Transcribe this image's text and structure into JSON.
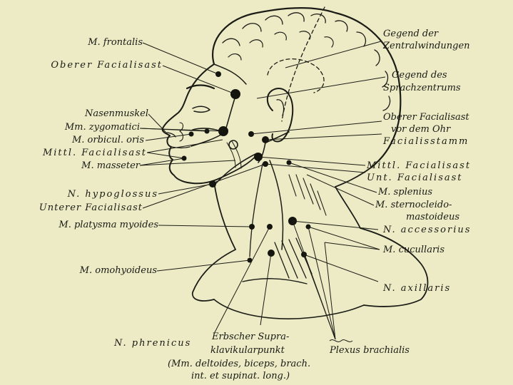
{
  "labels_left": [
    {
      "key": "frontalis",
      "text": "M. frontalis"
    },
    {
      "key": "oberer",
      "text": "Oberer Facialisast"
    },
    {
      "key": "nasen",
      "text": "Nasenmuskel"
    },
    {
      "key": "zygo",
      "text": "Mm. zygomatici"
    },
    {
      "key": "orbic",
      "text": "M. orbicul. oris"
    },
    {
      "key": "mittl",
      "text": "Mittl. Facialisast"
    },
    {
      "key": "masseter",
      "text": "M. masseter"
    },
    {
      "key": "hypo",
      "text": "N. hypoglossus"
    },
    {
      "key": "unterer",
      "text": "Unterer Facialisast"
    },
    {
      "key": "platysma",
      "text": "M. platysma myoides"
    },
    {
      "key": "omohyoid",
      "text": "M. omohyoideus"
    }
  ],
  "labels_right": [
    {
      "key": "zentral1",
      "text": "Gegend der"
    },
    {
      "key": "zentral2",
      "text": "Zentralwindungen"
    },
    {
      "key": "sprach1",
      "text": "Gegend des"
    },
    {
      "key": "sprach2",
      "text": "Sprachzentrums"
    },
    {
      "key": "oberohr1",
      "text": "Oberer Facialisast"
    },
    {
      "key": "oberohr2",
      "text": "vor dem Ohr"
    },
    {
      "key": "stamm",
      "text": "Facialisstamm"
    },
    {
      "key": "mittlr",
      "text": "Mittl. Facialisast"
    },
    {
      "key": "unt",
      "text": "Unt. Facialisast"
    },
    {
      "key": "splenius",
      "text": "M. splenius"
    },
    {
      "key": "sterno1",
      "text": "M. sternocleido-"
    },
    {
      "key": "sterno2",
      "text": "mastoideus"
    },
    {
      "key": "access",
      "text": "N. accessorius"
    },
    {
      "key": "cucul",
      "text": "M. cucullaris"
    },
    {
      "key": "axill",
      "text": "N. axillaris"
    }
  ],
  "labels_bottom": [
    {
      "key": "phren",
      "text": "N. phrenicus"
    },
    {
      "key": "erb1",
      "text": "Erbscher Supra-"
    },
    {
      "key": "erb2",
      "text": "klavikularpunkt"
    },
    {
      "key": "plexus",
      "text": "Plexus brachialis"
    },
    {
      "key": "mm1",
      "text": "(Mm. deltoides, biceps, brach."
    },
    {
      "key": "mm2",
      "text": "int. et supinat. long.)"
    }
  ]
}
